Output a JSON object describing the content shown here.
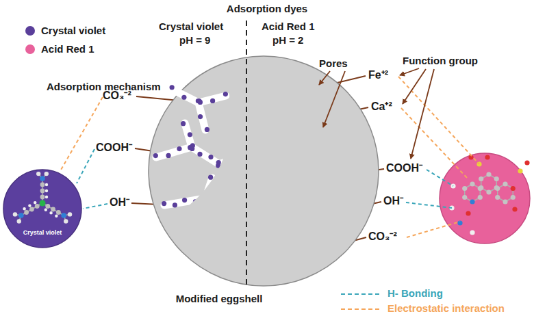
{
  "diagram": {
    "title": "Adsorption dyes",
    "nodes": [
      {
        "text": [
          "Crystal violet"
        ]
      },
      {
        "text": [
          "Modified eggshell"
        ]
      }
    ],
    "labels": [
      "Adsorption mechanism",
      "Crystal violet",
      "pH = 9",
      "Acid Red 1",
      "pH = 2",
      "Pores",
      "Function group",
      "CO₃⁻²",
      "COOH⁻",
      "OH⁻",
      "Fe⁺²",
      "Ca⁺²",
      "COOH⁻",
      "OH⁻",
      "CO₃⁻²"
    ],
    "legend": [
      {
        "text": "Crystal violet",
        "color": "#5a3f9a"
      },
      {
        "text": "Acid Red 1",
        "color": "#e8619b"
      },
      {
        "text": "H- Bonding"
      },
      {
        "text": "Electrostatic interaction"
      }
    ]
  }
}
